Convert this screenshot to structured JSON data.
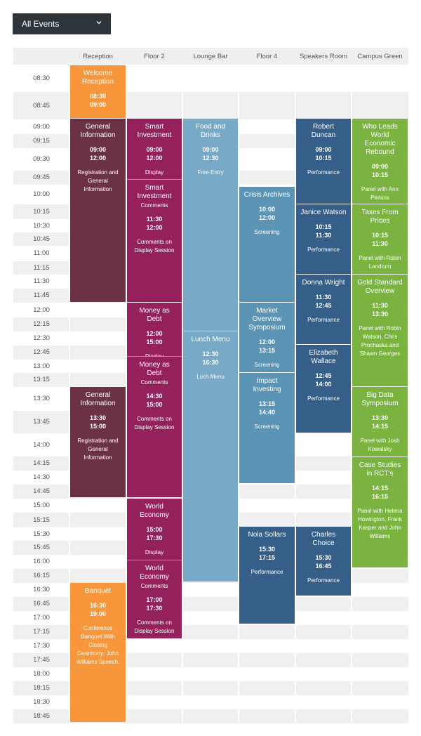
{
  "filter": {
    "label": "All Events"
  },
  "columns": [
    "Reception",
    "Floor 2",
    "Lounge Bar",
    "Floor 4",
    "Speakers Room",
    "Campus Green"
  ],
  "times": [
    "08:30",
    "08:45",
    "09:00",
    "09:15",
    "09:30",
    "09:45",
    "10:00",
    "10:15",
    "10:30",
    "10:45",
    "11:00",
    "11:15",
    "11:30",
    "11:45",
    "12:00",
    "12:15",
    "12:30",
    "12:45",
    "13:00",
    "13:15",
    "13:30",
    "13:45",
    "14:00",
    "14:15",
    "14:30",
    "14:45",
    "15:00",
    "15:15",
    "15:30",
    "15:45",
    "16:00",
    "16:15",
    "16:30",
    "16:45",
    "17:00",
    "17:15",
    "17:30",
    "17:45",
    "18:00",
    "18:15",
    "18:30",
    "18:45"
  ],
  "colors": {
    "orange": "#f7963a",
    "maroon": "#6b3245",
    "magenta": "#94205c",
    "lightblue": "#78a9c6",
    "steel": "#5b94b4",
    "navy": "#355e88",
    "green": "#7ab33f"
  },
  "events": [
    {
      "title": "Welcome Reception",
      "start": "08:30",
      "end": "09:00",
      "desc": ""
    },
    {
      "title": "General Information",
      "start": "09:00",
      "end": "12:00",
      "desc": "Registration and General Information"
    },
    {
      "title": "General Information",
      "start": "13:30",
      "end": "15:00",
      "desc": "Registration and General Information"
    },
    {
      "title": "Banquet",
      "start": "16:30",
      "end": "19:00",
      "desc": "Conference Banquet With Closing Ceremony: John Williams Speech."
    },
    {
      "title": "Smart Investment",
      "start": "09:00",
      "end": "12:00",
      "desc": "Display"
    },
    {
      "title": "Smart Investment",
      "sub": "Comments",
      "start": "11:30",
      "end": "12:00",
      "desc": "Comments on Display Session"
    },
    {
      "title": "Money as Debt",
      "start": "12:00",
      "end": "15:00",
      "desc": "Display"
    },
    {
      "title": "Money as Debt",
      "sub": "Comments",
      "start": "14:30",
      "end": "15:00",
      "desc": "Comments on Display Session"
    },
    {
      "title": "World Economy",
      "start": "15:00",
      "end": "17:30",
      "desc": "Display"
    },
    {
      "title": "World Economy",
      "sub": "Comments",
      "start": "17:00",
      "end": "17:30",
      "desc": "Comments on Display Session"
    },
    {
      "title": "Food and Drinks",
      "start": "09:00",
      "end": "12:30",
      "desc": "Free Entry"
    },
    {
      "title": "Lunch Menu",
      "start": "12:30",
      "end": "16:30",
      "desc": "Luch Menu"
    },
    {
      "title": "Crisis Archives",
      "start": "10:00",
      "end": "12:00",
      "desc": "Screening"
    },
    {
      "title": "Market Overview Symposium",
      "start": "12:00",
      "end": "13:15",
      "desc": "Screening"
    },
    {
      "title": "Impact Investing",
      "start": "13:15",
      "end": "14:40",
      "desc": "Screening"
    },
    {
      "title": "Nola Sollars",
      "start": "15:30",
      "end": "17:15",
      "desc": "Performance"
    },
    {
      "title": "Robert Duncan",
      "start": "09:00",
      "end": "10:15",
      "desc": "Performance"
    },
    {
      "title": "Janice Watson",
      "start": "10:15",
      "end": "11:30",
      "desc": "Performance"
    },
    {
      "title": "Donna Wright",
      "start": "11:30",
      "end": "12:45",
      "desc": "Performance"
    },
    {
      "title": "Elizabeth Wallace",
      "start": "12:45",
      "end": "14:00",
      "desc": "Performance"
    },
    {
      "title": "Charles Choice",
      "start": "15:30",
      "end": "16:45",
      "desc": "Performance"
    },
    {
      "title": "Who Leads World Economic Rebound",
      "start": "09:00",
      "end": "10:15",
      "desc": "Panel with Ann Perkins"
    },
    {
      "title": "Taxes From Prices",
      "start": "10:15",
      "end": "11:30",
      "desc": "Panel with Robin Landrum"
    },
    {
      "title": "Gold Standard Overview",
      "start": "11:30",
      "end": "13:30",
      "desc": "Panel with Robin Watson, Chris Prochaska and Shawn Georges"
    },
    {
      "title": "Big Data Symposium",
      "start": "13:30",
      "end": "14:15",
      "desc": "Panel with Josh Kowalsky"
    },
    {
      "title": "Case Studies in RCT's",
      "start": "14:15",
      "end": "16:15",
      "desc": "Panel with Helena Howington, Frank Kasper and John Williams"
    }
  ]
}
